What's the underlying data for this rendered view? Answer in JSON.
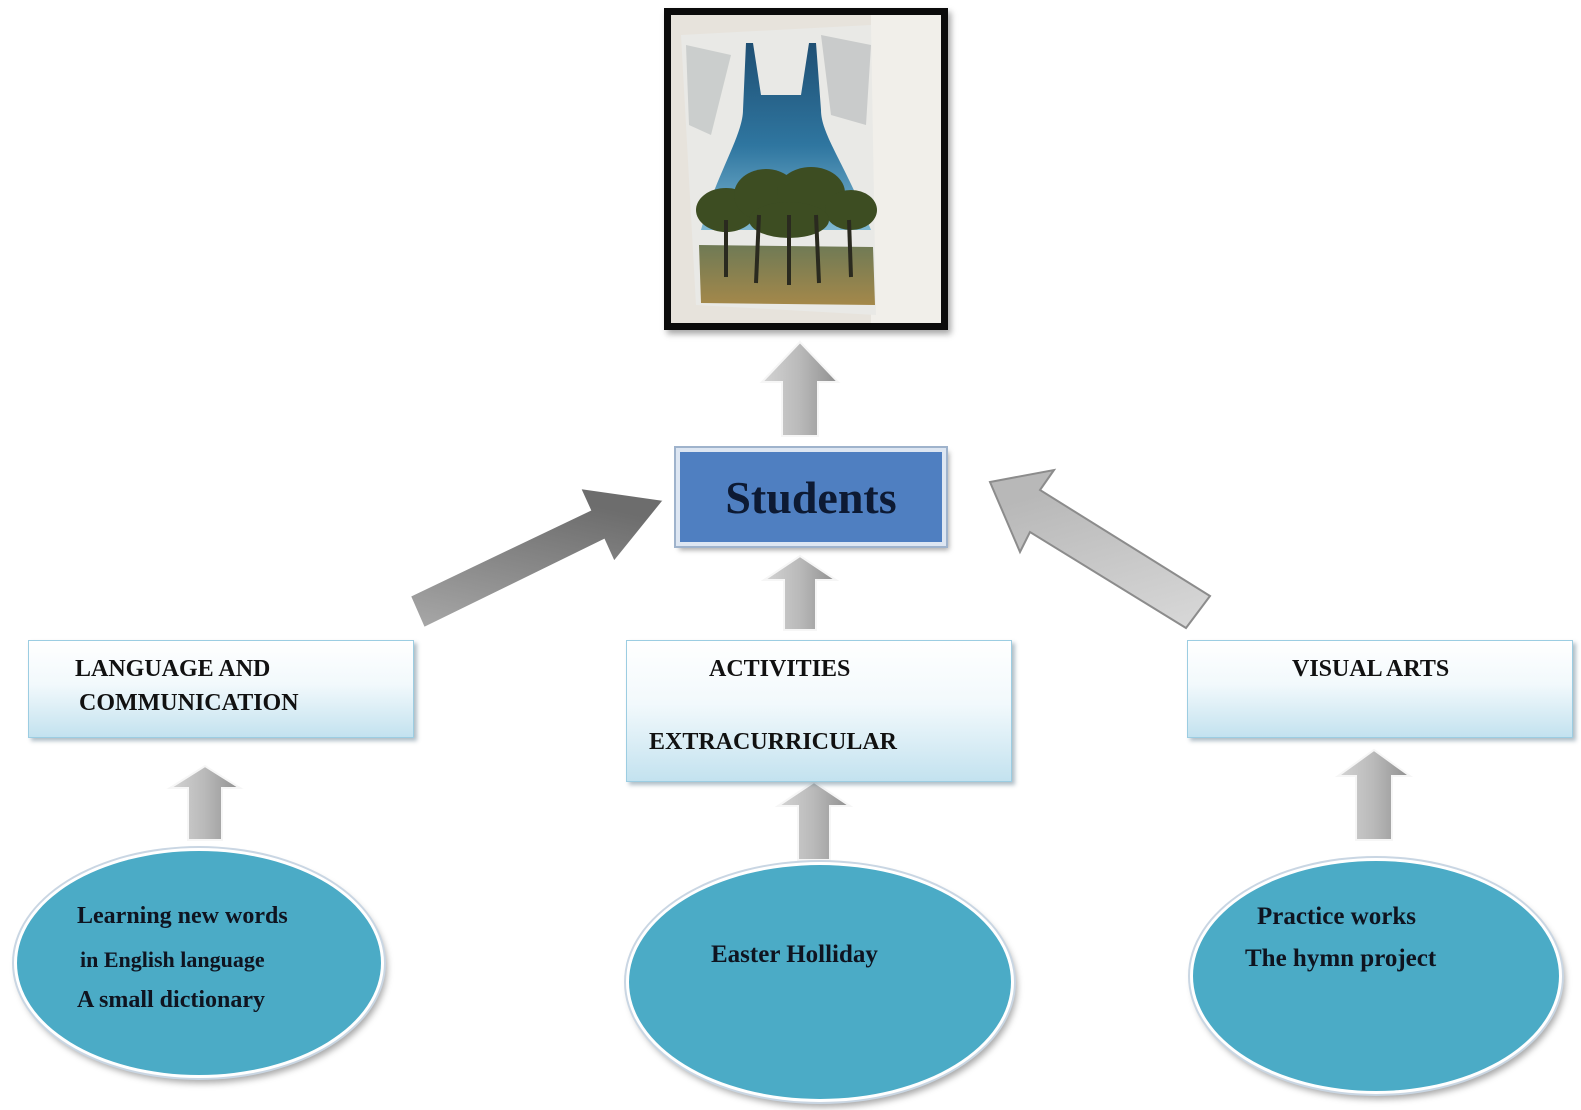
{
  "center": {
    "label": "Students"
  },
  "categories": [
    {
      "lines": [
        "LANGUAGE AND",
        "COMMUNICATION"
      ]
    },
    {
      "lines": [
        "ACTIVITIES",
        "EXTRACURRICULAR"
      ]
    },
    {
      "lines": [
        "VISUAL ARTS"
      ]
    }
  ],
  "ovals": [
    {
      "lines": [
        "Learning new words",
        "in English language",
        "A small  dictionary"
      ]
    },
    {
      "lines": [
        "Easter Holliday"
      ]
    },
    {
      "lines": [
        "Practice works",
        "The hymn project"
      ]
    }
  ],
  "photo": {
    "subject": "painting of a blue dress with trees"
  },
  "colors": {
    "center_box": "#4f7fc1",
    "oval_fill": "#4babc6",
    "category_gradient_bottom": "#c3e2ef",
    "arrow_fill": "#b5b5b5"
  }
}
